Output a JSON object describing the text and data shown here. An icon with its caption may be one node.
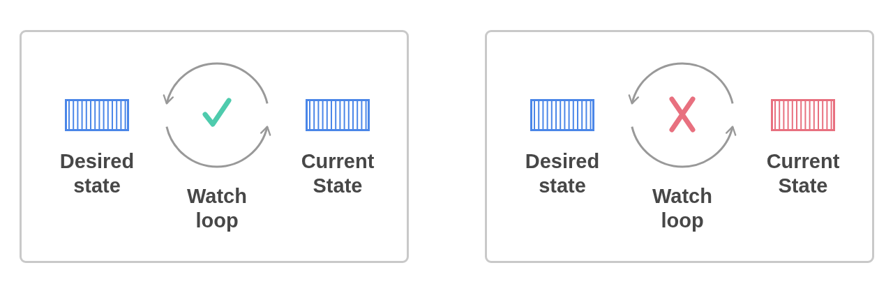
{
  "diagram": {
    "nodes": [
      {
        "text": [],
        "shape": "box"
      },
      {
        "text": [
          "Desired state"
        ],
        "in": 0
      },
      {
        "text": [
          "Watch loop"
        ],
        "in": 0
      },
      {
        "text": [
          "Current State"
        ],
        "in": 0
      },
      {
        "text": [],
        "shape": "box"
      },
      {
        "text": [
          "Desired state"
        ],
        "in": 4
      },
      {
        "text": [
          "Watch loop"
        ],
        "in": 4
      },
      {
        "text": [
          "Current State"
        ],
        "in": 4
      }
    ]
  }
}
